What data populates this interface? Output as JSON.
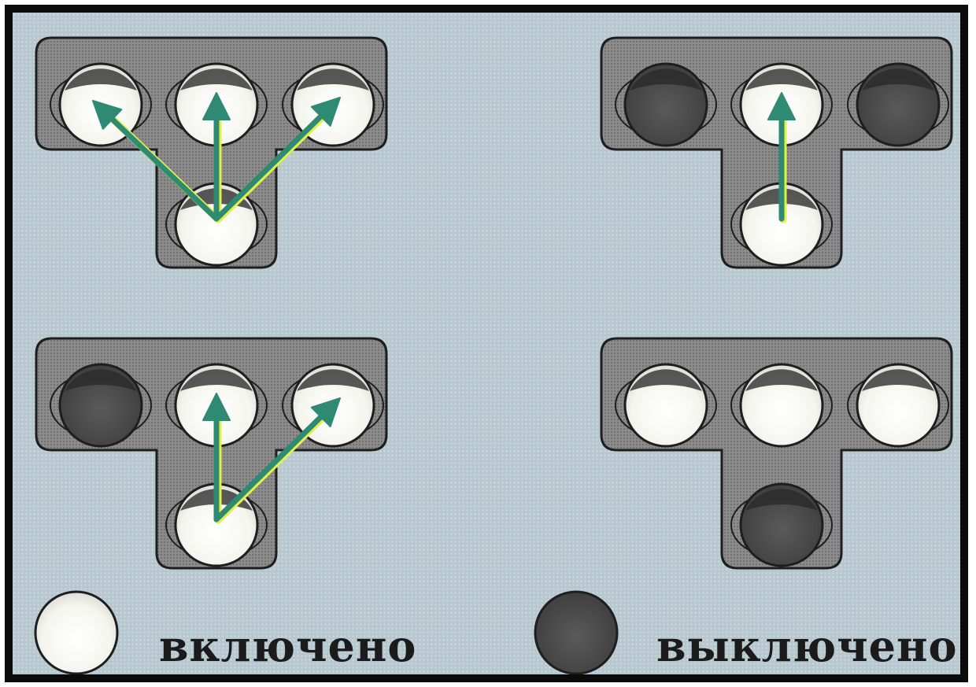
{
  "colors": {
    "background": "#b6c7cf",
    "housing": "#8c8c8c",
    "housing_outline": "#1e1e1e",
    "lamp_on": "#f7f7f2",
    "lamp_off": "#4a4a4a",
    "arrow": "#2e8a72",
    "arrow_highlight": "#e6ef4a"
  },
  "signals": [
    {
      "name": "signal-top-left",
      "lamps": {
        "left": "on",
        "center": "on",
        "right": "on",
        "bottom": "on"
      },
      "arrows": [
        "left",
        "straight",
        "right"
      ]
    },
    {
      "name": "signal-top-right",
      "lamps": {
        "left": "off",
        "center": "on",
        "right": "off",
        "bottom": "on"
      },
      "arrows": [
        "straight"
      ]
    },
    {
      "name": "signal-bottom-left",
      "lamps": {
        "left": "off",
        "center": "on",
        "right": "on",
        "bottom": "on"
      },
      "arrows": [
        "straight",
        "right"
      ]
    },
    {
      "name": "signal-bottom-right",
      "lamps": {
        "left": "on",
        "center": "on",
        "right": "on",
        "bottom": "off"
      },
      "arrows": []
    }
  ],
  "legend": {
    "on": {
      "state": "on",
      "label": "включено"
    },
    "off": {
      "state": "off",
      "label": "выключено"
    }
  }
}
